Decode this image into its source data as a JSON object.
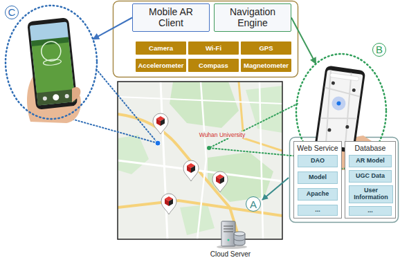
{
  "diagram": {
    "nodes": [
      {
        "text": [
          "Mobile AR Client"
        ]
      },
      {
        "text": [
          "Navigation Engine"
        ]
      },
      {
        "text": [
          "Camera"
        ]
      },
      {
        "text": [
          "Wi-Fi"
        ]
      },
      {
        "text": [
          "GPS"
        ]
      },
      {
        "text": [
          "Accelerometer"
        ]
      },
      {
        "text": [
          "Compass"
        ]
      },
      {
        "text": [
          "Magnetometer"
        ]
      },
      {
        "text": [
          "C"
        ]
      },
      {
        "text": [
          "B"
        ]
      },
      {
        "text": [
          "A"
        ]
      },
      {
        "text": [
          "Web Service"
        ]
      },
      {
        "text": [
          "DAO"
        ],
        "in": 11
      },
      {
        "text": [
          "Model"
        ],
        "in": 11
      },
      {
        "text": [
          "Apache"
        ],
        "in": 11
      },
      {
        "text": [
          "..."
        ],
        "in": 11
      },
      {
        "text": [
          "Database"
        ]
      },
      {
        "text": [
          "AR Model"
        ],
        "in": 16
      },
      {
        "text": [
          "UGC Data"
        ],
        "in": 16
      },
      {
        "text": [
          "User Information"
        ],
        "in": 16
      },
      {
        "text": [
          "..."
        ],
        "in": 16
      }
    ],
    "edges": [
      {
        "from": 0,
        "to": 8,
        "arrow": "to"
      },
      {
        "from": 1,
        "to": 9,
        "arrow": "to"
      }
    ],
    "labels": [
      "Wuhan University",
      "Cloud Server"
    ]
  }
}
